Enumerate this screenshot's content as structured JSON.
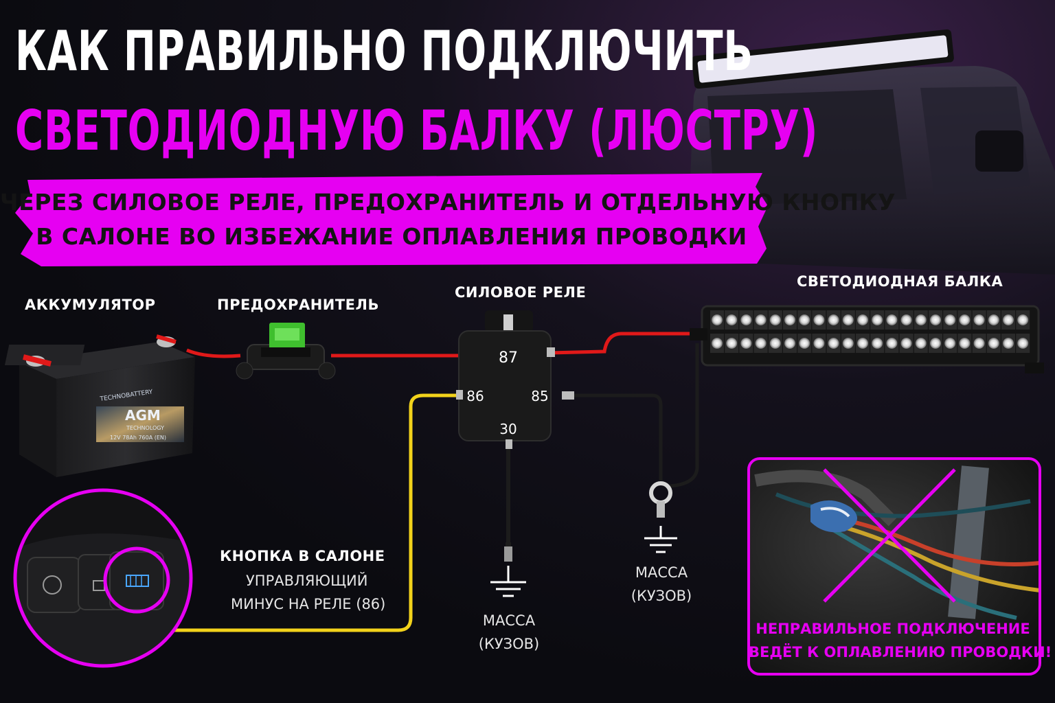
{
  "header": {
    "title_line1": "КАК ПРАВИЛЬНО ПОДКЛЮЧИТЬ",
    "title_line2": "СВЕТОДИОДНУЮ БАЛКУ (ЛЮСТРУ)",
    "subtitle_line1": "ЧЕРЕЗ СИЛОВОЕ РЕЛЕ, ПРЕДОХРАНИТЕЛЬ И ОТДЕЛЬНУЮ КНОПКУ",
    "subtitle_line2": "В САЛОНЕ ВО ИЗБЕЖАНИЕ ОПЛАВЛЕНИЯ ПРОВОДКИ"
  },
  "labels": {
    "battery": "АККУМУЛЯТОР",
    "fuse": "ПРЕДОХРАНИТЕЛЬ",
    "relay": "СИЛОВОЕ РЕЛЕ",
    "light_bar": "СВЕТОДИОДНАЯ БАЛКА",
    "button_title": "КНОПКА В САЛОНЕ",
    "button_desc_line1": "УПРАВЛЯЮЩИЙ",
    "button_desc_line2": "МИНУС НА РЕЛЕ (86)",
    "ground_relay_line1": "МАССА",
    "ground_relay_line2": "(КУЗОВ)",
    "ground_bar_line1": "МАССА",
    "ground_bar_line2": "(КУЗОВ)"
  },
  "battery": {
    "brand": "TECHNOBATTERY",
    "type": "AGM",
    "tech": "TECHNOLOGY",
    "spec": "12V 78Ah 760A (EN)"
  },
  "relay_pins": {
    "p87": "87",
    "p86": "86",
    "p85": "85",
    "p30": "30"
  },
  "warning": {
    "line1": "НЕПРАВИЛЬНОЕ ПОДКЛЮЧЕНИЕ",
    "line2": "ВЕДЁТ К ОПЛАВЛЕНИЮ ПРОВОДКИ!"
  },
  "colors": {
    "accent": "#e600f2",
    "wire_power": "#e01919",
    "wire_control": "#f2d21b",
    "wire_ground": "#1a1a1a",
    "fuse_green": "#3fbf2e"
  },
  "icons": [
    "battery-icon",
    "fuse-icon",
    "relay-icon",
    "light-bar-icon",
    "ground-icon",
    "ring-terminal-icon",
    "dashboard-button-icon",
    "cross-mark-icon"
  ]
}
